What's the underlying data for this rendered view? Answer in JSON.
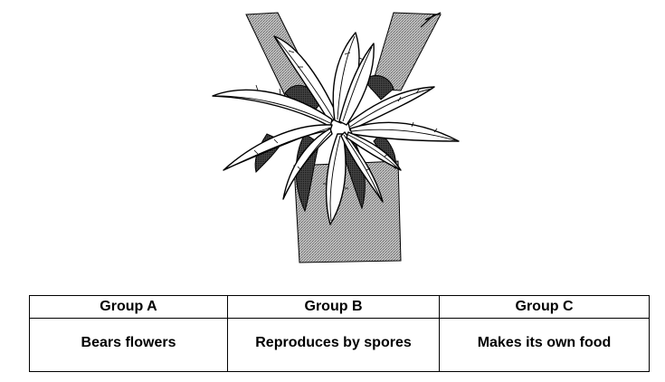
{
  "illustration": {
    "icon": "fern-on-tree-trunk-icon"
  },
  "table": {
    "headers": [
      "Group A",
      "Group B",
      "Group C"
    ],
    "row": [
      "Bears flowers",
      "Reproduces by spores",
      "Makes its own food"
    ]
  }
}
